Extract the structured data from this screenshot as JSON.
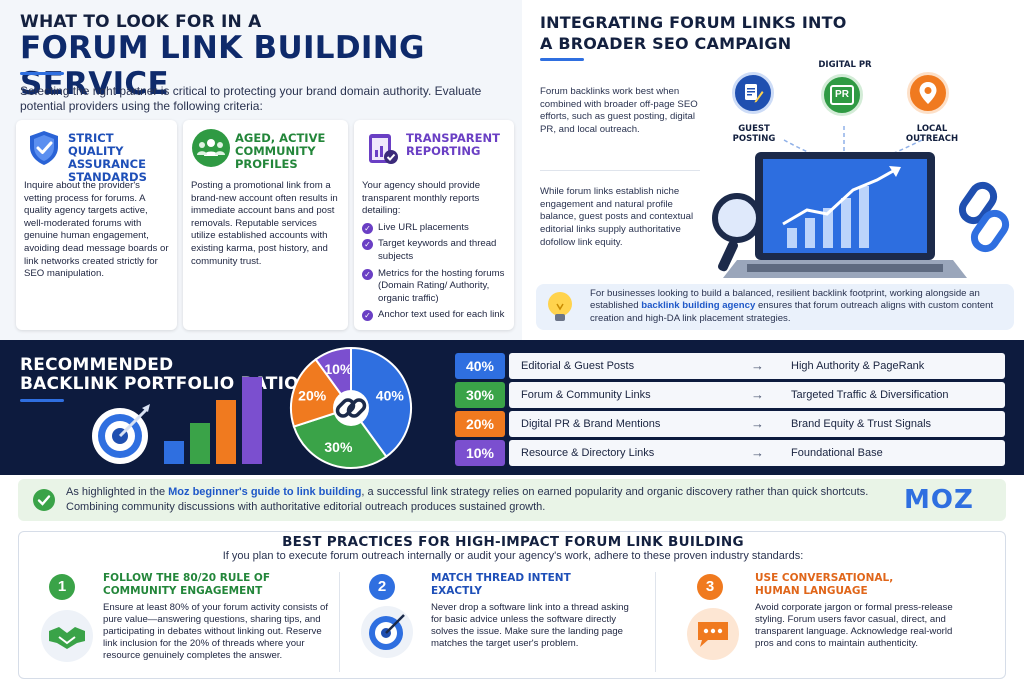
{
  "left": {
    "title_small": "WHAT TO LOOK FOR IN A",
    "title_big": "FORUM LINK BUILDING SERVICE",
    "intro": "Selecting the right partner is critical to protecting your brand domain authority. Evaluate potential providers using the following criteria:",
    "cards": [
      {
        "title": "STRICT QUALITY ASSURANCE STANDARDS",
        "body": "Inquire about the provider's vetting process for forums. A quality agency targets active, well-moderated forums with genuine human engagement, avoiding dead message boards or link networks created strictly for SEO manipulation."
      },
      {
        "title": "AGED, ACTIVE COMMUNITY PROFILES",
        "body": "Posting a promotional link from a brand-new account often results in immediate account bans and post removals. Reputable services utilize established accounts with existing karma, post history, and community trust."
      },
      {
        "title": "TRANSPARENT REPORTING",
        "body": "Your agency should provide transparent monthly reports detailing:",
        "items": [
          "Live URL placements",
          "Target keywords and thread subjects",
          "Metrics for the hosting forums (Domain Rating/ Authority, organic traffic)",
          "Anchor text used for each link"
        ]
      }
    ]
  },
  "right": {
    "title_line1": "INTEGRATING FORUM LINKS INTO",
    "title_line2": "A BROADER SEO CAMPAIGN",
    "para1": "Forum backlinks work best when combined with broader off-page SEO efforts, such as guest posting, digital PR, and local outreach.",
    "para2": "While forum links establish niche engagement and natural profile balance, guest posts and contextual editorial links supply authoritative dofollow link equity.",
    "labels": {
      "guest": "GUEST POSTING",
      "pr": "DIGITAL PR",
      "pr_badge": "PR",
      "local": "LOCAL OUTREACH"
    },
    "callout_before": "For businesses looking to build a balanced, resilient backlink footprint, working alongside an established ",
    "callout_link": "backlink building agency",
    "callout_after": " ensures that forum outreach aligns with custom content creation and high-DA link placement strategies."
  },
  "portfolio": {
    "title_line1": "RECOMMENDED",
    "title_line2": "BACKLINK PORTFOLIO RATIO",
    "rows": [
      {
        "pct": "40%",
        "category": "Editorial & Guest Posts",
        "arrow": "→",
        "result": "High Authority & PageRank",
        "color": "#2f6fe0"
      },
      {
        "pct": "30%",
        "category": "Forum & Community Links",
        "arrow": "→",
        "result": "Targeted Traffic & Diversification",
        "color": "#3aa348"
      },
      {
        "pct": "20%",
        "category": "Digital PR & Brand Mentions",
        "arrow": "→",
        "result": "Brand Equity & Trust Signals",
        "color": "#f07a1f"
      },
      {
        "pct": "10%",
        "category": "Resource & Directory Links",
        "arrow": "→",
        "result": "Foundational Base",
        "color": "#7b4fcf"
      }
    ],
    "pie_labels": [
      "40%",
      "30%",
      "20%",
      "10%"
    ],
    "pie_shares": [
      0.4,
      0.3,
      0.2,
      0.1
    ],
    "pie_colors": [
      "#2f6fe0",
      "#3aa348",
      "#f07a1f",
      "#7b4fcf"
    ],
    "bar_levels": [
      0.25,
      0.45,
      0.7,
      0.95
    ],
    "bar_colors": [
      "#2f6fe0",
      "#3aa348",
      "#f07a1f",
      "#7b4fcf"
    ]
  },
  "moz": {
    "before": "As highlighted in the ",
    "link": "Moz beginner's guide to link building",
    "after": ", a successful link strategy relies on earned popularity and organic discovery rather than quick shortcuts. Combining community discussions with authoritative editorial outreach produces sustained growth.",
    "logo": "MOZ"
  },
  "best": {
    "title": "BEST PRACTICES FOR HIGH-IMPACT FORUM LINK BUILDING",
    "subtitle": "If you plan to execute forum outreach internally or audit your agency's work, adhere to these proven industry standards:",
    "items": [
      {
        "num": "1",
        "title": "FOLLOW THE 80/20 RULE OF COMMUNITY ENGAGEMENT",
        "body": "Ensure at least 80% of your forum activity consists of pure value—answering questions, sharing tips, and participating in debates without linking out. Reserve link inclusion for the 20% of threads where your resource genuinely completes the answer.",
        "color": "#3aa348"
      },
      {
        "num": "2",
        "title": "MATCH THREAD INTENT EXACTLY",
        "body": "Never drop a software link into a thread asking for basic advice unless the software directly solves the issue. Make sure the landing page matches the target user's problem.",
        "color": "#2f6fe0"
      },
      {
        "num": "3",
        "title": "USE CONVERSATIONAL, HUMAN LANGUAGE",
        "body": "Avoid corporate jargon or formal press-release styling. Forum users favor casual, direct, and transparent language. Acknowledge real-world pros and cons to maintain authenticity.",
        "color": "#f07a1f"
      }
    ]
  },
  "icons": {
    "card1": "shield-check-icon",
    "card2": "community-group-icon",
    "card3": "report-clipboard-icon",
    "guest": "document-pen-icon",
    "pr": "pr-badge-icon",
    "local": "location-pin-icon",
    "laptop": "laptop-chart-icon",
    "magnifier": "magnifier-icon",
    "chain": "chain-link-icon",
    "bulb": "lightbulb-icon",
    "target": "target-icon",
    "pie_chain": "chain-link-icon",
    "check": "check-circle-icon",
    "handshake": "handshake-icon",
    "chat": "chat-bubble-icon"
  }
}
